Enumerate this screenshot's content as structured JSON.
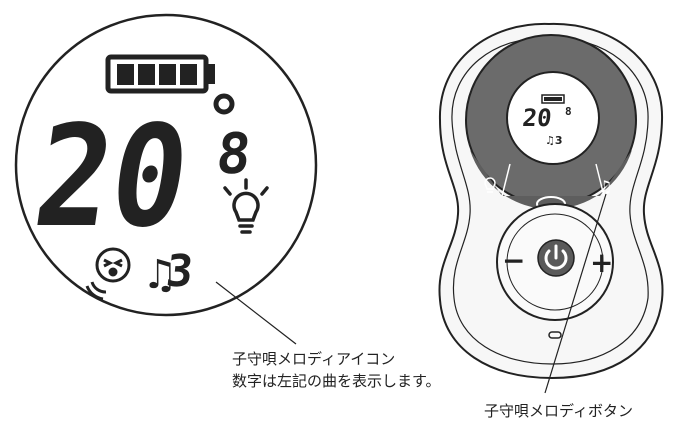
{
  "display": {
    "temperature": "20",
    "degree": "°",
    "temp_suffix": "8",
    "lullaby_number": "3",
    "lullaby_symbol": "♫",
    "battery_bars": 4
  },
  "remote": {
    "mini_temperature": "20",
    "mini_suffix": "8",
    "mini_lullaby": "♫3",
    "music_symbol": "♫",
    "minus": "−",
    "plus": "+"
  },
  "callouts": {
    "lullaby_icon_line1": "子守唄メロディアイコン",
    "lullaby_icon_line2": "数字は左記の曲を表示します。",
    "lullaby_button": "子守唄メロディボタン"
  },
  "icons": [
    "battery-icon",
    "degree-icon",
    "bulb-icon",
    "crying-baby-icon",
    "music-note-icon",
    "power-icon",
    "speech-bubble-icon"
  ],
  "colors": {
    "ink": "#222222",
    "dark_ring": "#6b6b6b",
    "power_green": "#5a5a5a"
  }
}
